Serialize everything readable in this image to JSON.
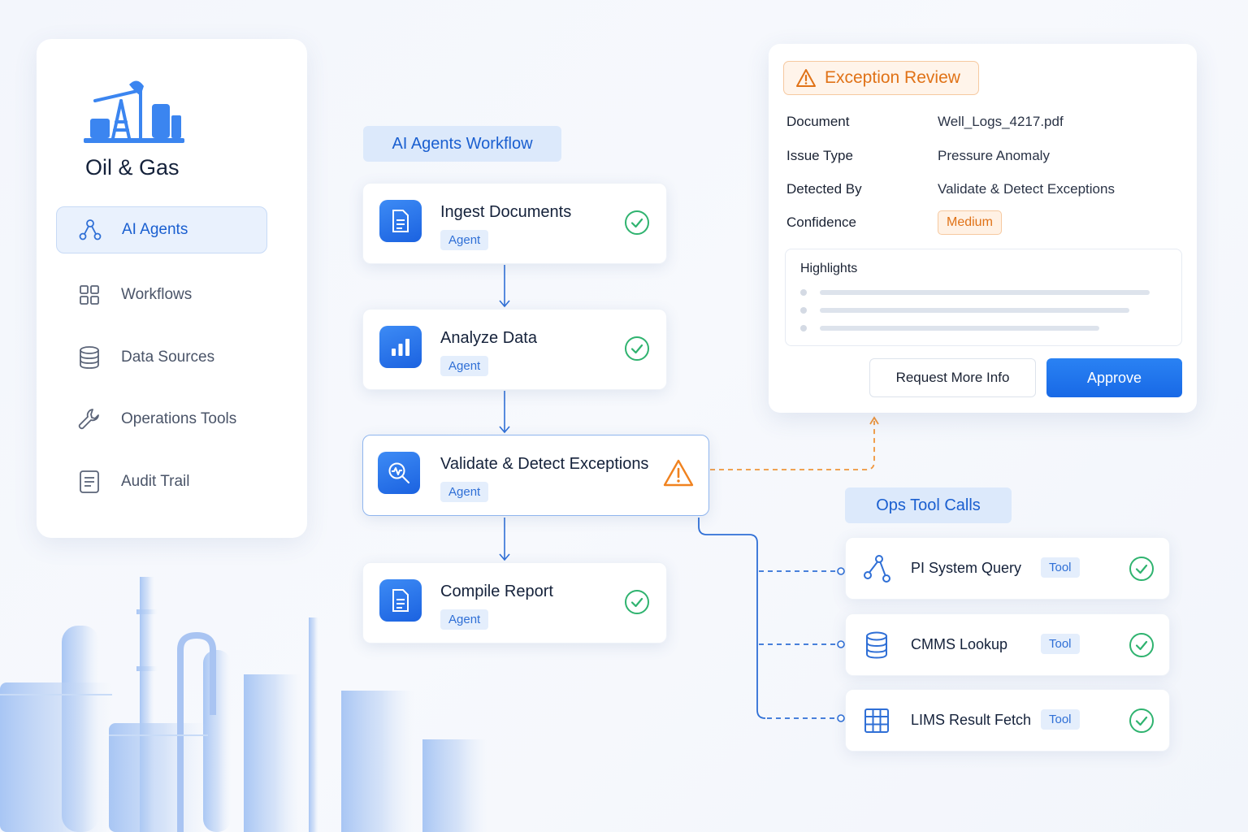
{
  "brand": {
    "title": "Oil & Gas"
  },
  "nav": {
    "items": [
      {
        "label": "AI Agents",
        "icon": "agents-network-icon",
        "active": true
      },
      {
        "label": "Workflows",
        "icon": "grid-icon",
        "active": false
      },
      {
        "label": "Data Sources",
        "icon": "database-icon",
        "active": false
      },
      {
        "label": "Operations Tools",
        "icon": "wrench-icon",
        "active": false
      },
      {
        "label": "Audit Trail",
        "icon": "document-icon",
        "active": false
      }
    ]
  },
  "workflow": {
    "header": "AI Agents Workflow",
    "steps": [
      {
        "title": "Ingest Documents",
        "tag": "Agent",
        "icon": "document-icon",
        "status": "complete"
      },
      {
        "title": "Analyze Data",
        "tag": "Agent",
        "icon": "bar-chart-icon",
        "status": "complete"
      },
      {
        "title": "Validate & Detect Exceptions",
        "tag": "Agent",
        "icon": "magnify-pulse-icon",
        "status": "warning"
      },
      {
        "title": "Compile Report",
        "tag": "Agent",
        "icon": "document-icon",
        "status": "complete"
      }
    ]
  },
  "exception": {
    "badge": "Exception Review",
    "fields": [
      {
        "label": "Document",
        "value": "Well_Logs_4217.pdf"
      },
      {
        "label": "Issue Type",
        "value": "Pressure Anomaly"
      },
      {
        "label": "Detected By",
        "value": "Validate & Detect Exceptions"
      },
      {
        "label": "Confidence",
        "value": "Medium"
      }
    ],
    "highlights_title": "Highlights",
    "request_label": "Request More Info",
    "approve_label": "Approve"
  },
  "ops": {
    "header": "Ops Tool Calls",
    "tools": [
      {
        "title": "PI System Query",
        "tag": "Tool",
        "icon": "network-nodes-icon",
        "status": "complete"
      },
      {
        "title": "CMMS Lookup",
        "tag": "Tool",
        "icon": "database-icon",
        "status": "complete"
      },
      {
        "title": "LIMS Result Fetch",
        "tag": "Tool",
        "icon": "table-icon",
        "status": "complete"
      }
    ]
  },
  "colors": {
    "accent": "#1a6ce8",
    "warning": "#e07217",
    "success": "#2fb36f"
  }
}
